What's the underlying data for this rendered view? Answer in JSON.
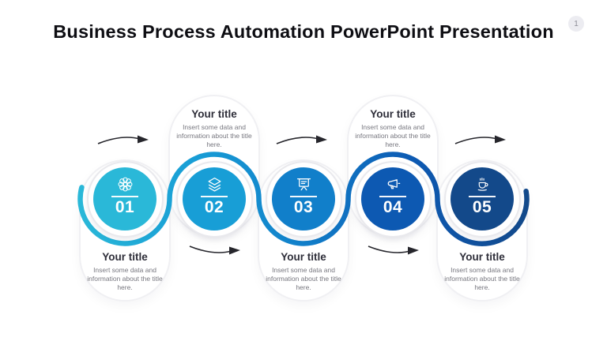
{
  "slide": {
    "title": "Business Process Automation PowerPoint Presentation",
    "page_number": "1"
  },
  "steps": [
    {
      "number": "01",
      "title": "Your title",
      "description": "Insert some data and information about the title here.",
      "color": "#2ab8d8",
      "icon": "automation-flower-icon",
      "text_position": "below"
    },
    {
      "number": "02",
      "title": "Your title",
      "description": "Insert some data and information about the title here.",
      "color": "#189ed6",
      "icon": "layers-icon",
      "text_position": "above"
    },
    {
      "number": "03",
      "title": "Your title",
      "description": "Insert some data and information about the title here.",
      "color": "#117fca",
      "icon": "presentation-board-icon",
      "text_position": "below"
    },
    {
      "number": "04",
      "title": "Your title",
      "description": "Insert some data and information about the title here.",
      "color": "#0d59b2",
      "icon": "megaphone-icon",
      "text_position": "above"
    },
    {
      "number": "05",
      "title": "Your title",
      "description": "Insert some data and information about the title here.",
      "color": "#13498a",
      "icon": "coffee-cup-icon",
      "text_position": "below"
    }
  ],
  "colors": {
    "background": "#ffffff",
    "title_text": "#0e0e13",
    "step_title_text": "#2e2e39",
    "description_text": "#77777f",
    "pill_border": "#f0f0f3",
    "ring_border": "#e9e9ed",
    "arrow": "#26262c",
    "badge_bg": "#ececf1",
    "badge_text": "#8d8d97"
  }
}
